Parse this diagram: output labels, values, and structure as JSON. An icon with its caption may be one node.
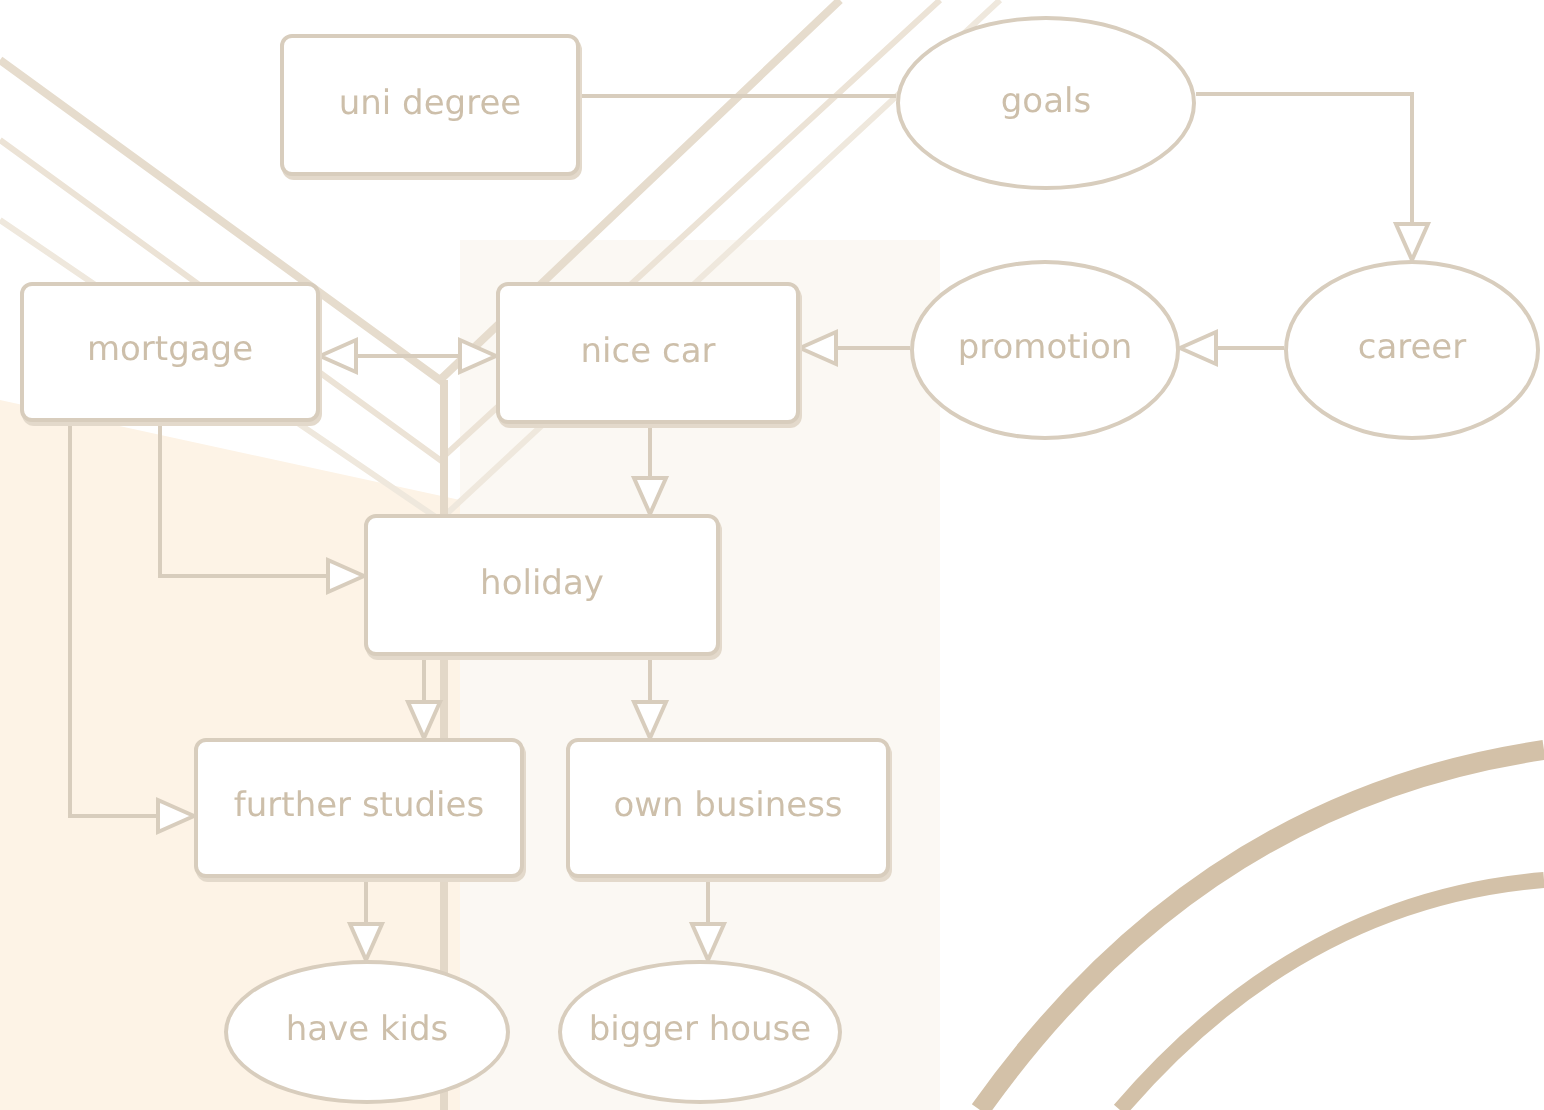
{
  "diagram": {
    "nodes": [
      {
        "text": [
          "uni degree"
        ]
      },
      {
        "text": [
          "goals"
        ]
      },
      {
        "text": [
          "mortgage"
        ]
      },
      {
        "text": [
          "nice car"
        ]
      },
      {
        "text": [
          "promotion"
        ]
      },
      {
        "text": [
          "career"
        ]
      },
      {
        "text": [
          "holiday"
        ]
      },
      {
        "text": [
          "further studies"
        ]
      },
      {
        "text": [
          "own business"
        ]
      },
      {
        "text": [
          "have kids"
        ]
      },
      {
        "text": [
          "bigger house"
        ]
      }
    ],
    "edges": [
      {
        "from": 0,
        "to": 1,
        "arrow": "none"
      },
      {
        "from": 1,
        "to": 5,
        "arrow": "to"
      },
      {
        "from": 5,
        "to": 4,
        "arrow": "to"
      },
      {
        "from": 4,
        "to": 3,
        "arrow": "to"
      },
      {
        "from": 2,
        "to": 3,
        "arrow": "both"
      },
      {
        "from": 3,
        "to": 6,
        "arrow": "to"
      },
      {
        "from": 2,
        "to": 6,
        "arrow": "to"
      },
      {
        "from": 6,
        "to": 7,
        "arrow": "to"
      },
      {
        "from": 6,
        "to": 8,
        "arrow": "to"
      },
      {
        "from": 2,
        "to": 7,
        "arrow": "to"
      },
      {
        "from": 7,
        "to": 9,
        "arrow": "to"
      },
      {
        "from": 8,
        "to": 10,
        "arrow": "to"
      }
    ]
  }
}
